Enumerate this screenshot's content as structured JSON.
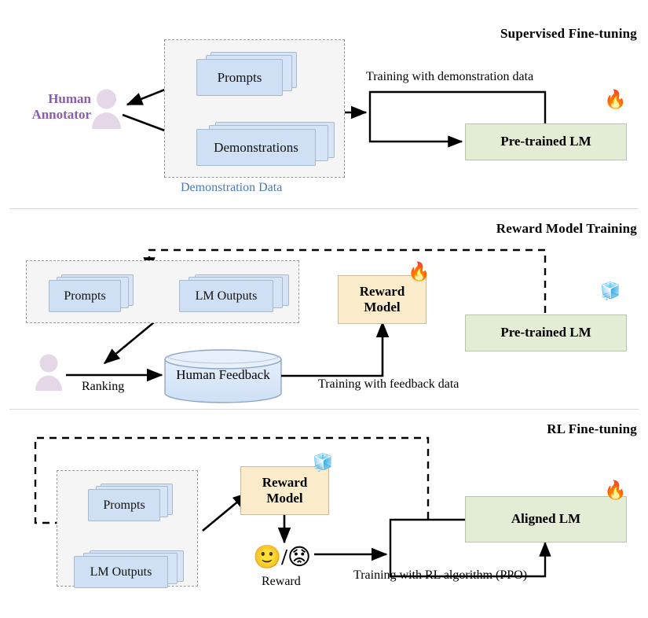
{
  "figure": {
    "title": "RLHF three-stage training pipeline",
    "colors": {
      "lm_box_green": "#e3ecd5",
      "reward_box_cream": "#fbeccb",
      "doc_blue": "#d6e4f7",
      "group_fill": "#f5f5f5",
      "group_label_blue": "#4a78b8",
      "human_purple": "#8a5ea8",
      "divider_gray": "#d8d8d8"
    }
  },
  "sections": [
    {
      "id": "supervised-fine-tuning",
      "title": "Supervised Fine-tuning",
      "group_label": "Demonstration Data",
      "nodes": {
        "prompts": "Prompts",
        "demonstrations": "Demonstrations",
        "model": "Pre-trained LM"
      },
      "human_label_line1": "Human",
      "human_label_line2": "Annotator",
      "edge_labels": {
        "training": "Training with demonstration data"
      },
      "badges": {
        "model": "fire"
      }
    },
    {
      "id": "reward-model-training",
      "title": "Reward Model Training",
      "nodes": {
        "prompts": "Prompts",
        "lm_outputs": "LM Outputs",
        "reward_model_line1": "Reward",
        "reward_model_line2": "Model",
        "human_feedback": "Human Feedback",
        "model": "Pre-trained LM"
      },
      "edge_labels": {
        "ranking": "Ranking",
        "training": "Training with feedback data"
      },
      "badges": {
        "reward_model": "fire",
        "model": "ice"
      }
    },
    {
      "id": "rl-fine-tuning",
      "title": "RL Fine-tuning",
      "nodes": {
        "prompts": "Prompts",
        "lm_outputs": "LM Outputs",
        "reward_model_line1": "Reward",
        "reward_model_line2": "Model",
        "model": "Aligned LM"
      },
      "reward_faces": {
        "positive": "🙂",
        "separator": "/",
        "negative": "😟"
      },
      "edge_labels": {
        "reward": "Reward",
        "training": "Training with RL algorithm (PPO)"
      },
      "badges": {
        "reward_model": "ice",
        "model": "fire"
      }
    }
  ],
  "icons": {
    "fire": "🔥",
    "ice": "🧊"
  }
}
